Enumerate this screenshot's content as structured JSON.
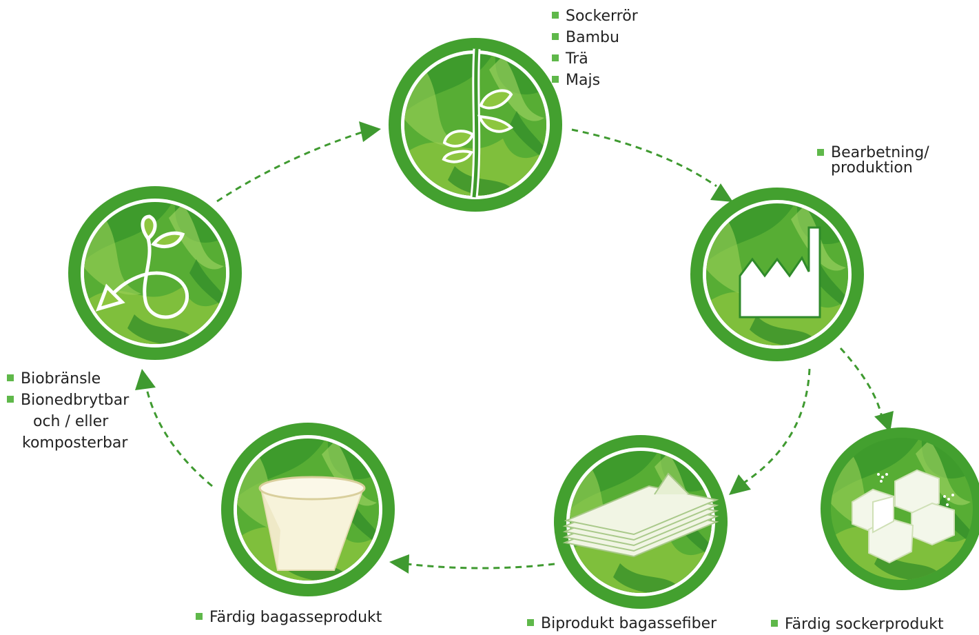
{
  "colors": {
    "ring": "#43a02f",
    "leaf_dark": "#2f8a2a",
    "leaf_light": "#8dc63f",
    "bullet": "#5fb84a",
    "arrow": "#3f9a30"
  },
  "nodes": {
    "raw_materials": {
      "icon": "plant-stem-icon",
      "items": [
        "Sockerrör",
        "Bambu",
        "Trä",
        "Majs"
      ]
    },
    "processing": {
      "icon": "factory-icon",
      "items": [
        "Bearbetning/",
        "produktion"
      ]
    },
    "sugar_product": {
      "icon": "sugar-cubes-icon",
      "items": [
        "Färdig sockerprodukt"
      ]
    },
    "bagasse_fiber": {
      "icon": "fiber-sheets-icon",
      "items": [
        "Biprodukt bagassefiber"
      ]
    },
    "bagasse_product": {
      "icon": "cup-icon",
      "items": [
        "Färdig bagasseprodukt"
      ]
    },
    "end_of_life": {
      "icon": "sprout-cycle-icon",
      "items": [
        "Biobränsle",
        "Bionedbrytbar",
        "och / eller",
        "komposterbar"
      ]
    }
  }
}
